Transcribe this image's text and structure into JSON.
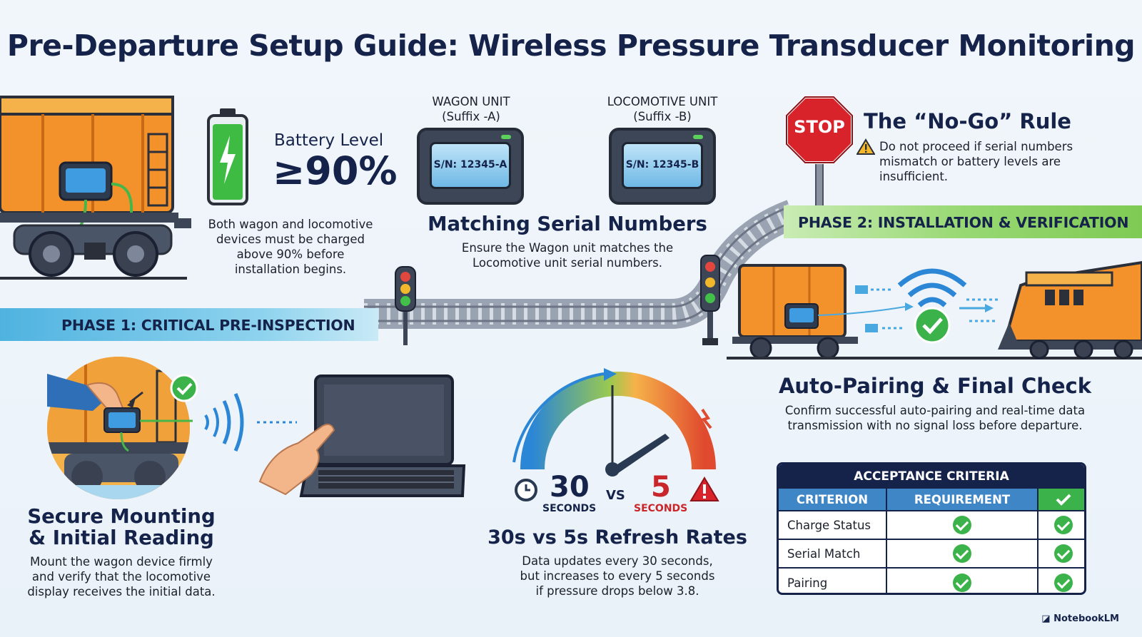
{
  "title": "Pre-Departure Setup Guide: Wireless Pressure Transducer Monitoring",
  "battery": {
    "heading": "Battery Level",
    "value": "≥90%",
    "text_lines": [
      "Both wagon and locomotive",
      "devices must be charged",
      "above 90% before",
      "installation begins."
    ]
  },
  "wagon_unit": {
    "label_lines": [
      "WAGON UNIT",
      "(Suffix -A)"
    ],
    "serial": "S/N: 12345-A"
  },
  "locomotive_unit": {
    "label_lines": [
      "LOCOMOTIVE UNIT",
      "(Suffix -B)"
    ],
    "serial": "S/N: 12345-B"
  },
  "serial_match": {
    "heading": "Matching Serial Numbers",
    "text_lines": [
      "Ensure the Wagon unit matches the",
      "Locomotive unit serial numbers."
    ]
  },
  "no_go": {
    "sign": "STOP",
    "heading": "The “No-Go” Rule",
    "text_lines": [
      "Do not proceed if serial numbers",
      "mismatch or battery levels are",
      "insufficient."
    ]
  },
  "phase1": "PHASE 1: CRITICAL PRE-INSPECTION",
  "phase2": "PHASE 2: INSTALLATION & VERIFICATION",
  "mounting": {
    "heading_lines": [
      "Secure Mounting",
      "& Initial Reading"
    ],
    "text_lines": [
      "Mount the wagon device firmly",
      "and verify that the locomotive",
      "display receives the initial data."
    ]
  },
  "refresh": {
    "slow_value": "30",
    "slow_unit": "SECONDS",
    "vs": "VS",
    "fast_value": "5",
    "fast_unit": "SECONDS",
    "heading": "30s vs 5s Refresh Rates",
    "text_lines": [
      "Data updates every 30 seconds,",
      "but increases to every 5 seconds",
      "if pressure drops below 3.8."
    ]
  },
  "pairing": {
    "heading": "Auto-Pairing & Final Check",
    "text_lines": [
      "Confirm successful auto-pairing and real-time data",
      "transmission with no signal loss before departure."
    ]
  },
  "acceptance": {
    "title": "ACCEPTANCE CRITERIA",
    "headers": [
      "CRITERION",
      "REQUIREMENT"
    ],
    "rows": [
      {
        "criterion": "Charge Status"
      },
      {
        "criterion": "Serial Match"
      },
      {
        "criterion": "Pairing"
      }
    ]
  },
  "footer": "NotebookLM",
  "colors": {
    "navy": "#15234a",
    "phase1": "#4fb3e0",
    "phase2": "#7fca55",
    "check": "#3cb34a",
    "stop": "#d8232a",
    "alert": "#c9262b"
  }
}
